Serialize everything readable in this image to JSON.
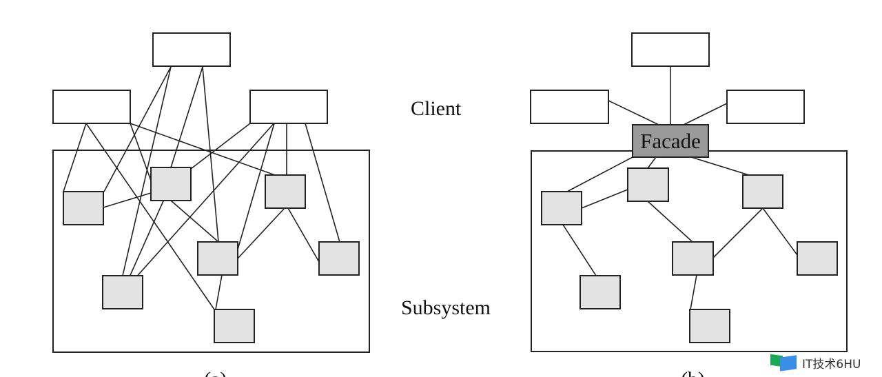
{
  "labels": {
    "client": "Client",
    "subsystem": "Subsystem",
    "facade": "Facade",
    "caption_a": "(a)",
    "caption_b": "(b)"
  },
  "watermark": {
    "text": "IT技术6HU",
    "icon": "logo-icon"
  },
  "colors": {
    "line": "#222222",
    "client_fill": "#ffffff",
    "subsystem_fill": "#e3e3e3",
    "facade_fill": "#9a9a9a"
  },
  "diagrams": [
    {
      "id": "a",
      "title": "Without facade",
      "client_count": 3,
      "subsystem_count": 7,
      "connections": [
        [
          "client-top",
          "sub-1"
        ],
        [
          "client-top",
          "sub-4"
        ],
        [
          "client-top",
          "sub-2"
        ],
        [
          "client-top",
          "sub-3"
        ],
        [
          "client-left",
          "sub-1"
        ],
        [
          "client-left",
          "sub-5"
        ],
        [
          "client-left",
          "sub-2"
        ],
        [
          "client-left",
          "sub-6"
        ],
        [
          "client-right",
          "sub-2"
        ],
        [
          "client-right",
          "sub-3"
        ],
        [
          "client-right",
          "sub-6"
        ],
        [
          "client-right",
          "sub-7"
        ],
        [
          "client-right",
          "sub-4"
        ],
        [
          "sub-1",
          "sub-2"
        ],
        [
          "sub-1",
          "sub-4"
        ],
        [
          "sub-2",
          "sub-3"
        ],
        [
          "sub-6",
          "sub-3"
        ],
        [
          "sub-6",
          "sub-7"
        ],
        [
          "sub-3",
          "sub-5"
        ]
      ]
    },
    {
      "id": "b",
      "title": "With facade",
      "client_count": 3,
      "subsystem_count": 7,
      "connections": [
        [
          "client-top",
          "facade"
        ],
        [
          "client-left",
          "facade"
        ],
        [
          "client-right",
          "facade"
        ],
        [
          "facade",
          "sub-1"
        ],
        [
          "facade",
          "sub-2"
        ],
        [
          "facade",
          "sub-6"
        ],
        [
          "sub-1",
          "sub-2"
        ],
        [
          "sub-1",
          "sub-4"
        ],
        [
          "sub-2",
          "sub-3"
        ],
        [
          "sub-6",
          "sub-3"
        ],
        [
          "sub-6",
          "sub-7"
        ],
        [
          "sub-3",
          "sub-5"
        ]
      ]
    }
  ]
}
